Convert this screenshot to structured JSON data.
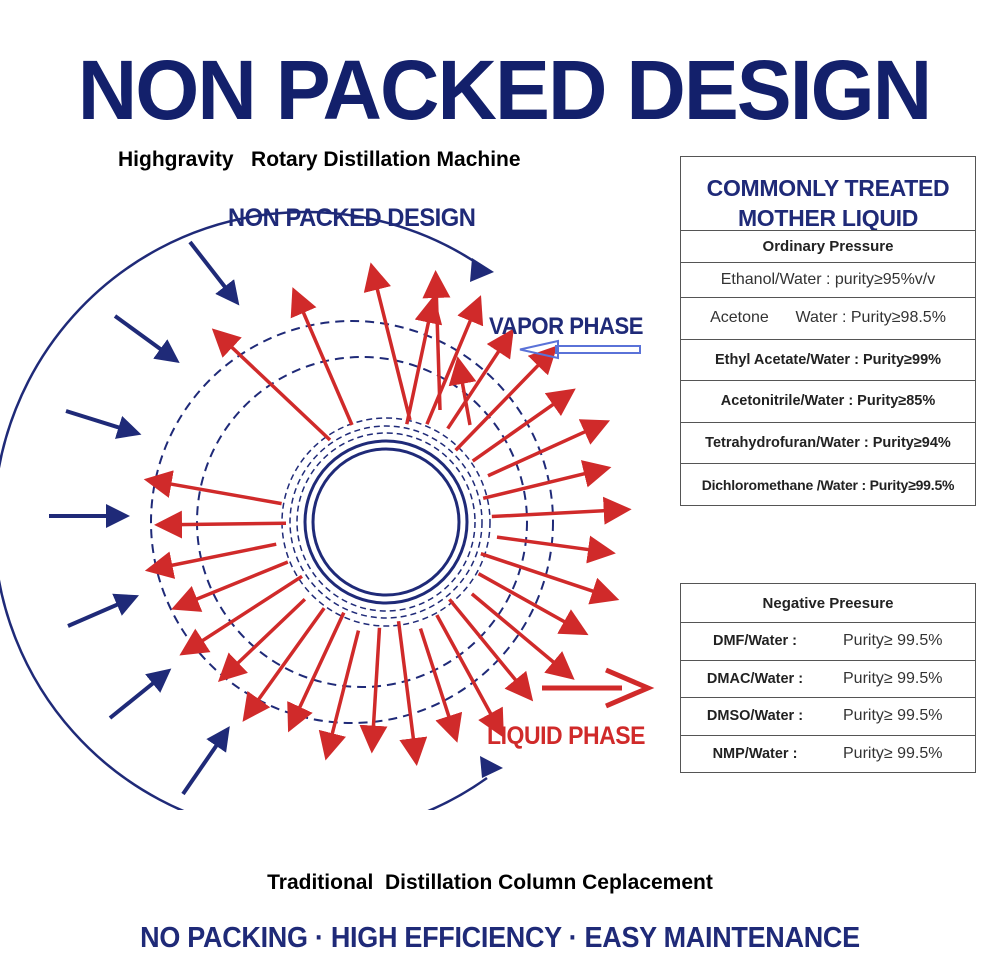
{
  "title": "NON PACKED DESIGN",
  "subtitle": "Highgravity   Rotary Distillation Machine",
  "diagram": {
    "label_outer": "NON PACKED DESIGN",
    "label_vapor": "VAPOR PHASE",
    "label_liquid": "LIQUID PHASE",
    "colors": {
      "navy": "#1f2a78",
      "red": "#d02a2a",
      "arrow_light": "#5a72d8"
    }
  },
  "table_commonly": {
    "caption": "COMMONLY TREATED MOTHER LIQUID",
    "header": "Ordinary  Pressure",
    "rows": [
      "Ethanol/Water : purity≥95%v/v",
      "Acetone      Water : Purity≥98.5%",
      "Ethyl Acetate/Water :  Purity≥99%",
      "Acetonitrile/Water :  Purity≥85%",
      "Tetrahydrofuran/Water :  Purity≥94%",
      "Dichloromethane /Water :  Purity≥99.5%"
    ]
  },
  "table_negative": {
    "header": "Negative Preesure",
    "rows": [
      {
        "name": "DMF/Water  :",
        "purity": "Purity≥ 99.5%"
      },
      {
        "name": "DMAC/Water  :",
        "purity": "Purity≥ 99.5%"
      },
      {
        "name": "DMSO/Water  :",
        "purity": "Purity≥ 99.5%"
      },
      {
        "name": "NMP/Water  :",
        "purity": "Purity≥ 99.5%"
      }
    ]
  },
  "footer_line1": "Traditional  Distillation Column Ceplacement",
  "footer_line2": "NO PACKING · HIGH EFFICIENCY · EASY MAINTENANCE"
}
